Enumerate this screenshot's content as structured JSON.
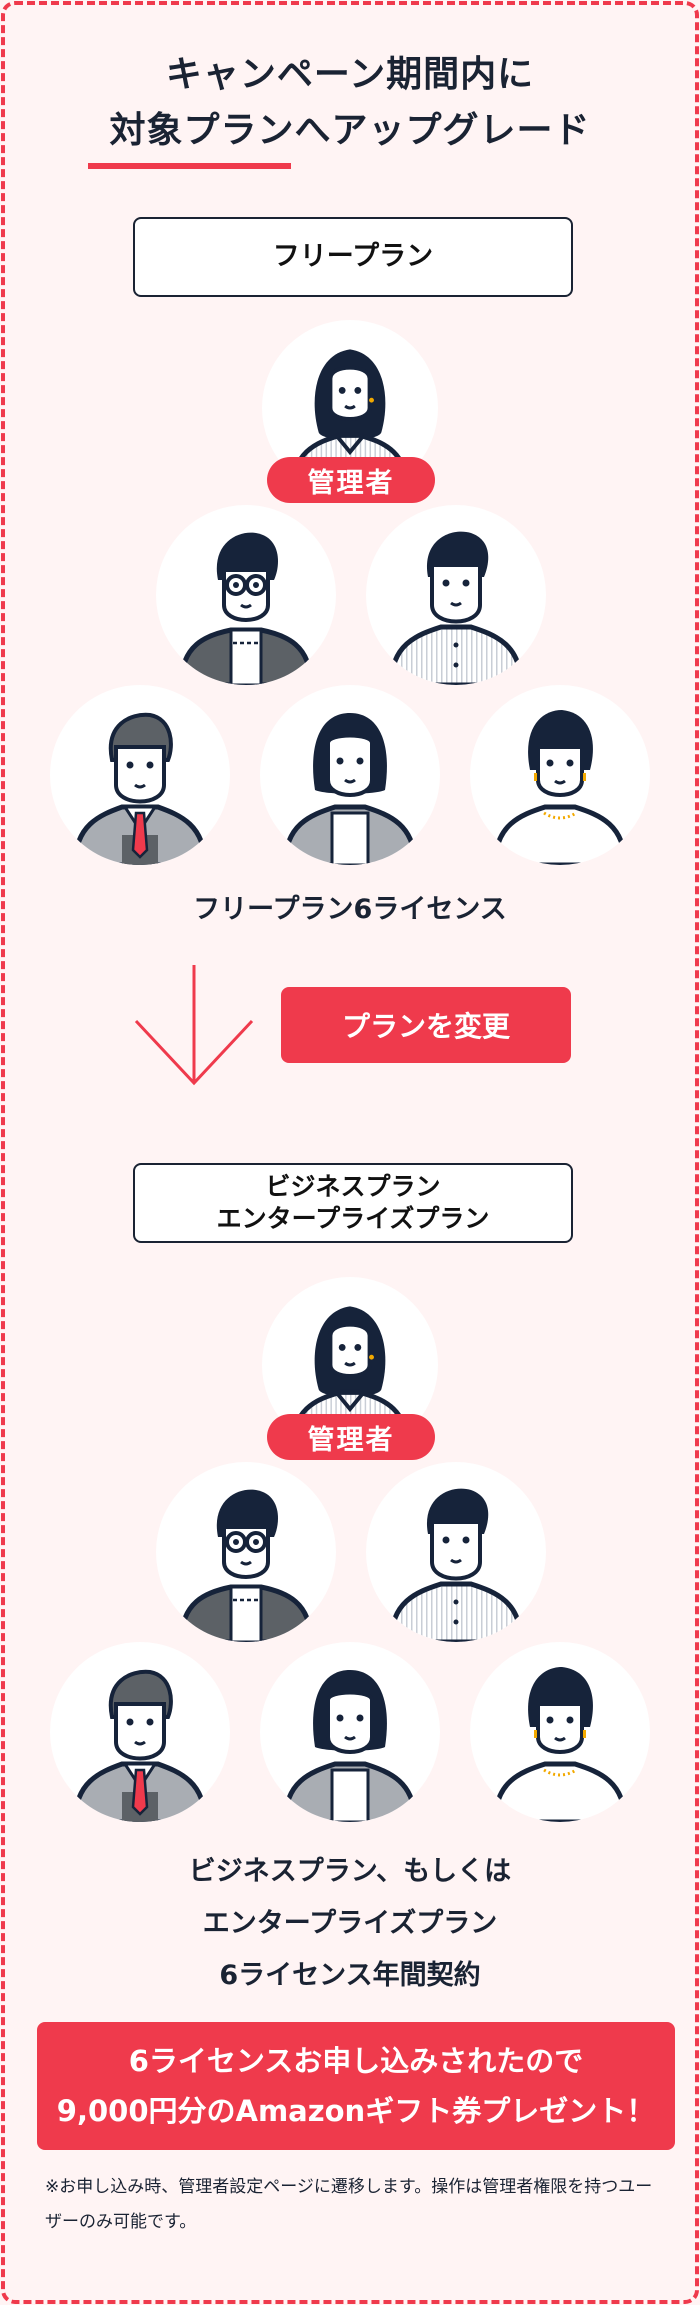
{
  "heading": {
    "line1": "キャンペーン期間内に",
    "line2": "対象プランへアップグレード",
    "underline_color": "#ef3a4c"
  },
  "before": {
    "plan_box_label": "フリープラン",
    "admin_badge": "管理者",
    "caption": "フリープラン6ライセンス",
    "users": [
      {
        "role": "admin",
        "icon": "woman-long-hair-avatar"
      },
      {
        "icon": "man-glasses-jacket-avatar"
      },
      {
        "icon": "man-striped-shirt-avatar"
      },
      {
        "icon": "man-suit-red-tie-avatar"
      },
      {
        "icon": "woman-bob-jacket-avatar"
      },
      {
        "icon": "woman-short-hair-necklace-avatar"
      }
    ]
  },
  "transition": {
    "arrow_icon": "arrow-down-icon",
    "change_plan_button": "プランを変更"
  },
  "after": {
    "plan_box_line1": "ビジネスプラン",
    "plan_box_line2": "エンタープライズプラン",
    "admin_badge": "管理者",
    "caption_line1": "ビジネスプラン、もしくは",
    "caption_line2": "エンタープライズプラン",
    "caption_line3": "6ライセンス年間契約"
  },
  "banner": {
    "line1": "6ライセンスお申し込みされたので",
    "line2": "9,000円分のAmazonギフト券プレゼント！"
  },
  "note": {
    "text": "※お申し込み時、管理者設定ページに遷移します。操作は管理者権限を持つユーザーのみ可能です。"
  },
  "colors": {
    "accent": "#ef3a4c",
    "background": "#fff4f4",
    "text": "#1a2333"
  }
}
